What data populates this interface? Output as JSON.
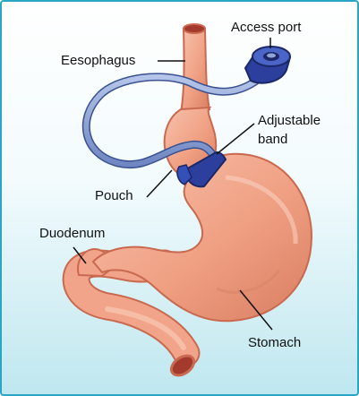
{
  "labels": {
    "access_port": "Access port",
    "esophagus": "Eesophagus",
    "adjustable_band_line1": "Adjustable",
    "adjustable_band_line2": "band",
    "pouch": "Pouch",
    "duodenum": "Duodenum",
    "stomach": "Stomach"
  },
  "colors": {
    "frame": "#2aa6c4",
    "tissue": "#f2a48a",
    "tissue_dark": "#c9694f",
    "band": "#2c3f9c",
    "tube": "#8fa6d8"
  }
}
